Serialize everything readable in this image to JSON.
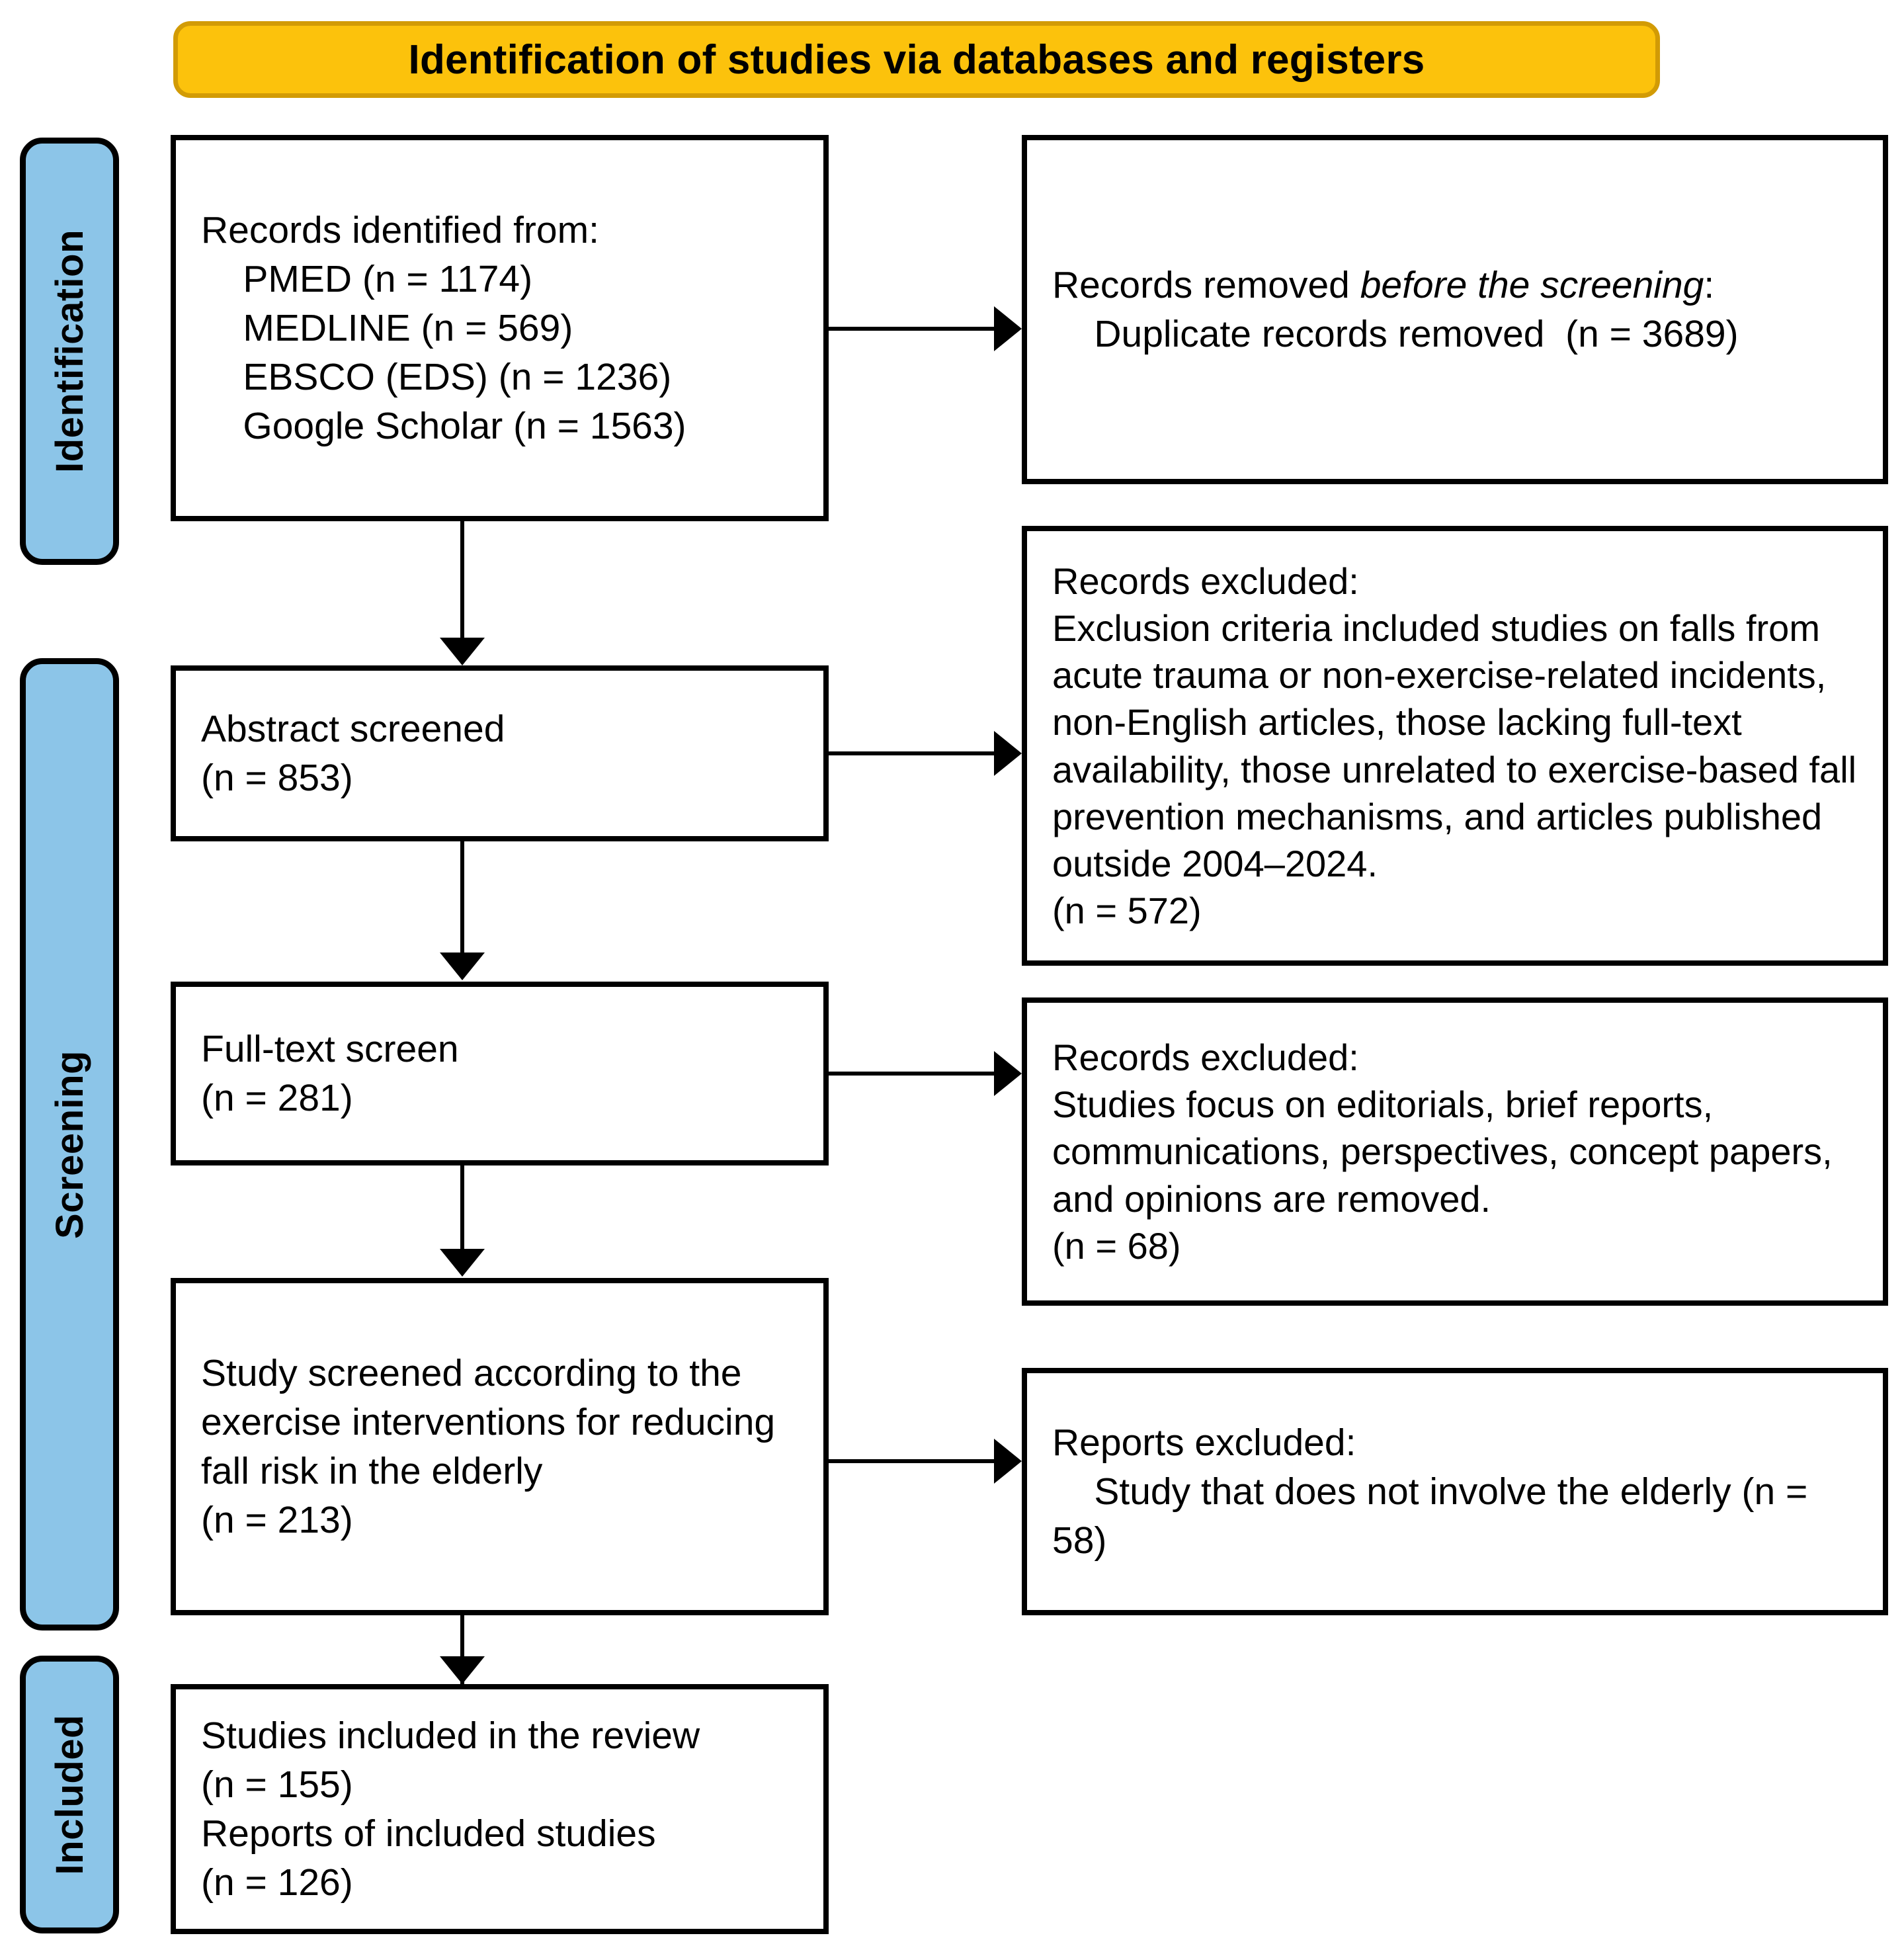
{
  "diagram": {
    "title": "Identification of studies via databases and registers",
    "colors": {
      "banner_fill": "#FCC20C",
      "banner_border": "#D29B05",
      "stage_fill": "#8CC5E8",
      "box_border": "#000000",
      "box_fill": "#FFFFFF"
    },
    "stages": [
      {
        "label": "Identification"
      },
      {
        "label": "Screening"
      },
      {
        "label": "Included"
      }
    ],
    "boxes": {
      "records_identified": {
        "text": "Records identified from:\n    PMED (n = 1174)\n    MEDLINE (n = 569)\n    EBSCO (EDS) (n = 1236)\n    Google Scholar (n = 1563)"
      },
      "records_removed": {
        "lead": "Records removed ",
        "emphasis": "before the screening",
        "tail": ":\n    Duplicate records removed  (n = 3689)"
      },
      "abstract_screened": {
        "text": "Abstract screened\n(n = 853)"
      },
      "records_excluded_abstract": {
        "text": "Records excluded:\nExclusion criteria included studies on falls from acute trauma or non-exercise-related incidents, non-English articles, those lacking full-text availability, those unrelated to exercise-based fall prevention mechanisms, and articles published outside 2004–2024.\n(n = 572)"
      },
      "full_text_screen": {
        "text": "Full-text screen\n(n = 281)"
      },
      "records_excluded_fulltext": {
        "text": "Records excluded:\nStudies focus on editorials, brief reports, communications, perspectives, concept papers, and opinions are removed.\n(n = 68)"
      },
      "study_screened": {
        "text": "Study screened according to the exercise interventions for reducing fall risk in the elderly\n(n = 213)"
      },
      "reports_excluded": {
        "text": "Reports excluded:\n    Study that does not involve the elderly (n = 58)"
      },
      "studies_included": {
        "text": "Studies included in the review\n(n = 155)\nReports of included studies\n(n = 126)"
      }
    }
  }
}
